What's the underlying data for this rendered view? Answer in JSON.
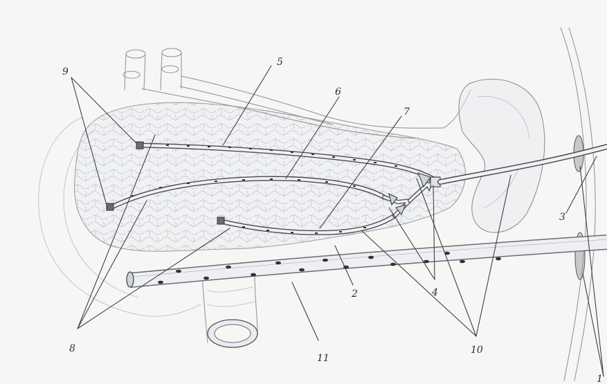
{
  "labels": {
    "one": "1",
    "two": "2",
    "three": "3",
    "four": "4",
    "five": "5",
    "six": "6",
    "seven": "7",
    "eight": "8",
    "nine": "9",
    "ten": "10",
    "eleven": "11"
  },
  "colors": {
    "paper": "#f6f6f4",
    "pencil": "#8c8e94",
    "pencil_dark": "#505258",
    "organ_tint": "#e4e7ee",
    "drain_hole": "#2f3136"
  }
}
